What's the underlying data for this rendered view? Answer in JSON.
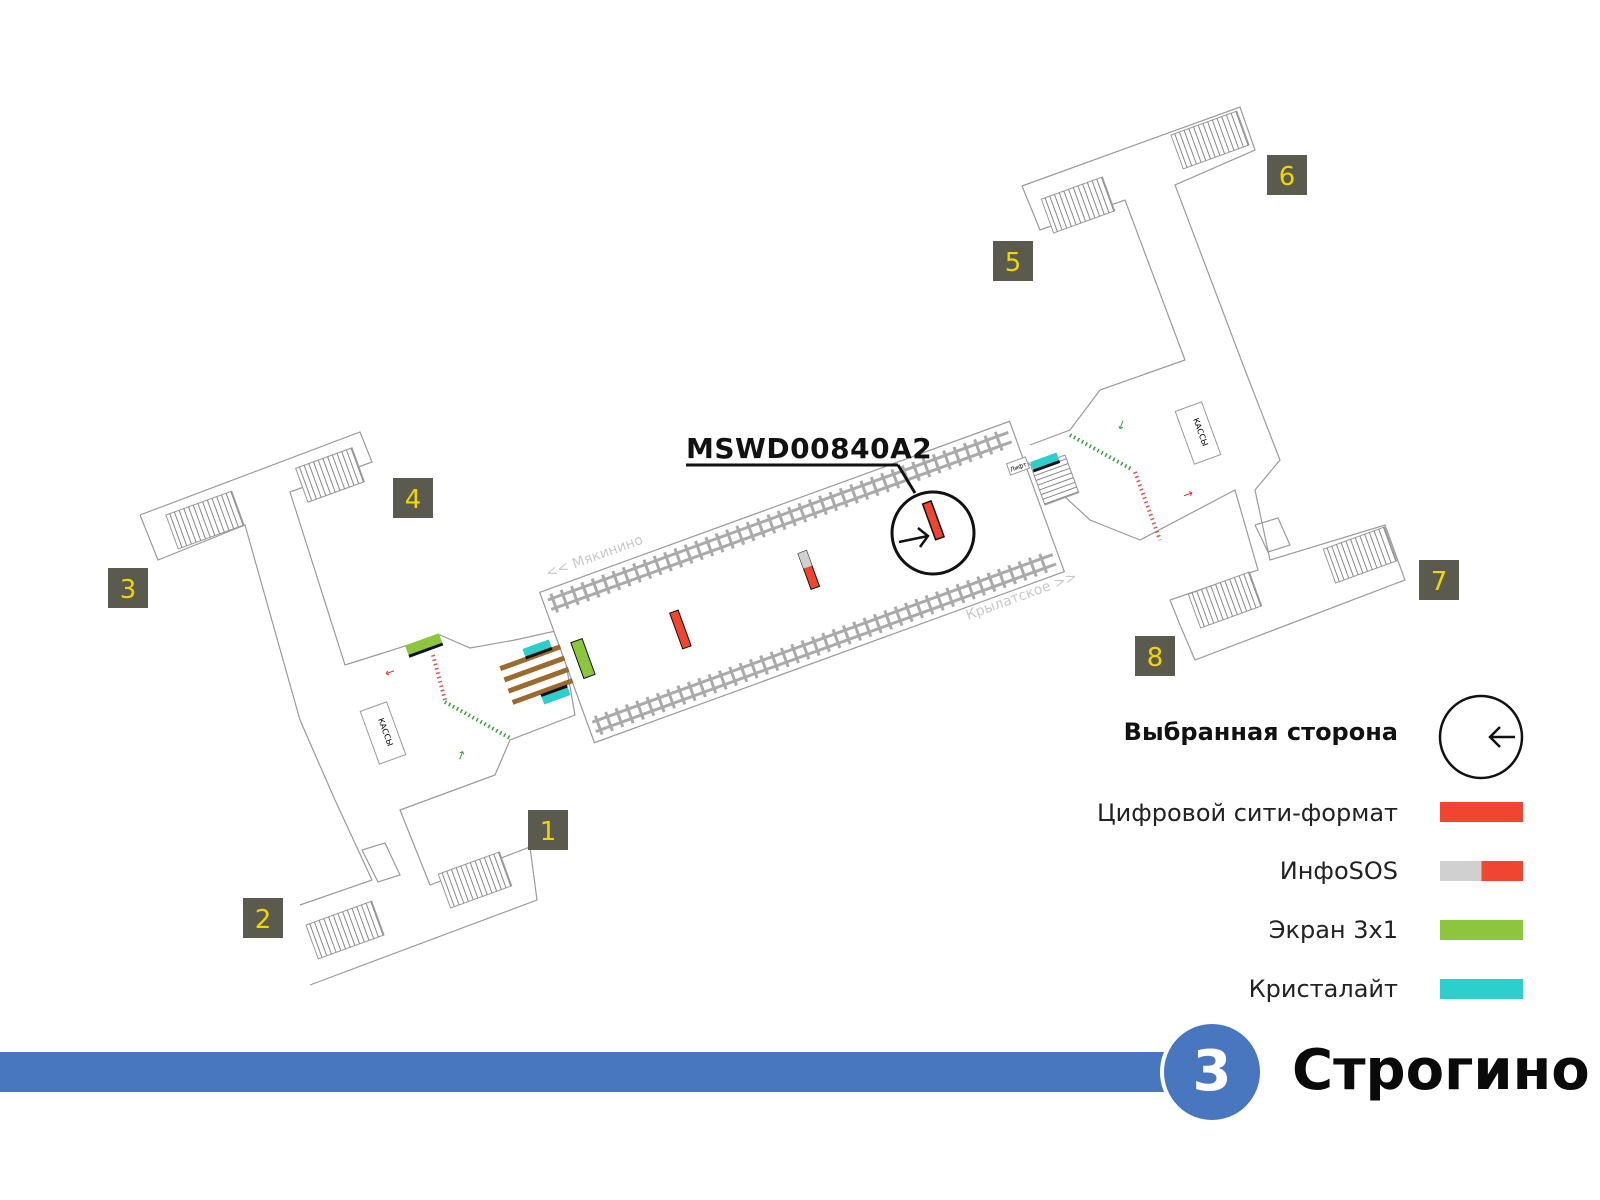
{
  "station": {
    "line_number": "3",
    "name": "Строгино",
    "line_color": "#4877c0"
  },
  "callout": {
    "code": "MSWD00840A2"
  },
  "directions": {
    "left": "<< Мякинино",
    "right": "Крылатское >>"
  },
  "facility_labels": {
    "ticket_office": "КАССЫ",
    "lift": "Лифт"
  },
  "exits": [
    "1",
    "2",
    "3",
    "4",
    "5",
    "6",
    "7",
    "8"
  ],
  "legend": {
    "selected_side": "Выбранная сторона",
    "items": [
      {
        "label": "Цифровой сити-формат",
        "colors": [
          "#f04530"
        ]
      },
      {
        "label": "ИнфоSOS",
        "colors": [
          "#d0d0d0",
          "#f04530"
        ]
      },
      {
        "label": "Экран 3x1",
        "colors": [
          "#8cc63f"
        ]
      },
      {
        "label": "Кристалайт",
        "colors": [
          "#2ccfcb"
        ]
      }
    ]
  }
}
